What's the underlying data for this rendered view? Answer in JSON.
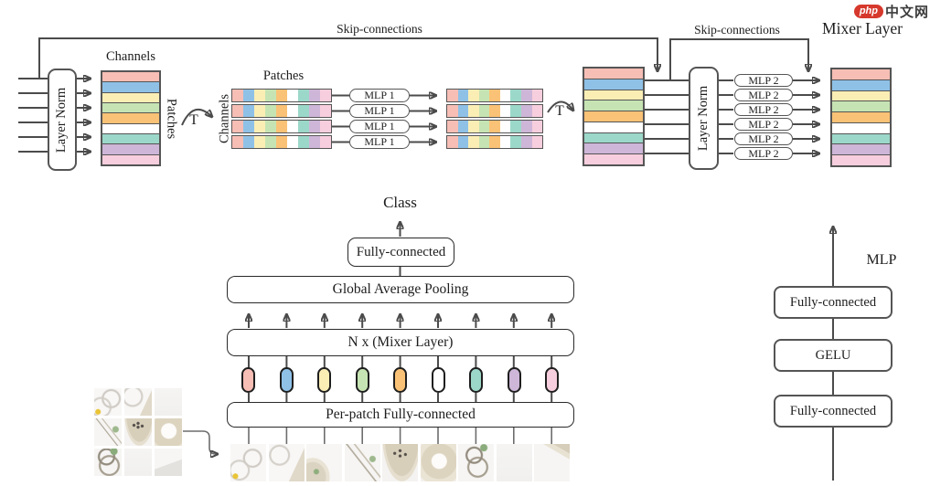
{
  "watermark": {
    "badge": "php",
    "site": "中文网"
  },
  "palette": {
    "colors": [
      "#f6beb5",
      "#8fc1e7",
      "#fbeeb5",
      "#c6e4b3",
      "#fac276",
      "#ffffff",
      "#9cd8c9",
      "#cdb6d8",
      "#f7cedd"
    ],
    "line": "#4b4b4b"
  },
  "mixer_layer": {
    "title": "Mixer Layer",
    "skip_left": "Skip-connections",
    "skip_right": "Skip-connections",
    "layer_norm": "Layer Norm",
    "channels": "Channels",
    "patches": "Patches",
    "transpose": "T",
    "mlp1": "MLP 1",
    "mlp2": "MLP 2"
  },
  "architecture": {
    "class_label": "Class",
    "fully_connected": "Fully-connected",
    "global_avg_pool": "Global Average Pooling",
    "n_mixer": "N x (Mixer Layer)",
    "per_patch_fc": "Per-patch Fully-connected"
  },
  "mlp_block": {
    "title": "MLP",
    "fc_top": "Fully-connected",
    "gelu": "GELU",
    "fc_bottom": "Fully-connected"
  }
}
